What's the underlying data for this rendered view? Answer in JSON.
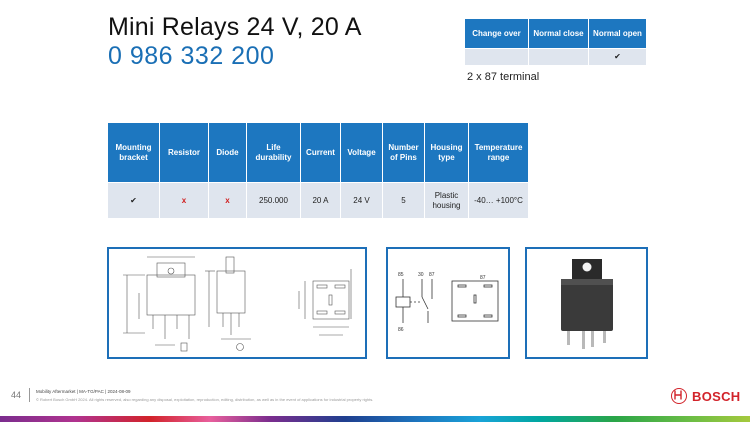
{
  "title": "Mini Relays 24 V, 20 A",
  "part_number": "0 986 332 200",
  "contact_table": {
    "headers": [
      "Change over",
      "Normal close",
      "Normal open"
    ],
    "row": [
      "",
      "",
      "✔"
    ]
  },
  "terminal_note": "2 x 87 terminal",
  "spec_table": {
    "headers": [
      "Mounting bracket",
      "Resistor",
      "Diode",
      "Life durability",
      "Current",
      "Voltage",
      "Number of Pins",
      "Housing type",
      "Temperature range"
    ],
    "row": [
      "✔",
      "x",
      "x",
      "250.000",
      "20 A",
      "24 V",
      "5",
      "Plastic housing",
      "-40… +100°C"
    ]
  },
  "pin_labels": [
    "85",
    "30",
    "87",
    "87",
    "86"
  ],
  "footer": {
    "page": "44",
    "line1": "Mobility Aftermarket | MA-TG/PAC | 2024-08-09",
    "line2": "© Robert Bosch GmbH 2024. All rights reserved, also regarding any disposal, exploitation, reproduction, editing, distribution, as well as in the event of applications for industrial property rights."
  },
  "logo_text": "BOSCH",
  "colors": {
    "header_blue": "#1d77c0",
    "cell_grey": "#dfe5ee",
    "mark_red": "#d01e1e",
    "brand_red": "#d2232a"
  }
}
